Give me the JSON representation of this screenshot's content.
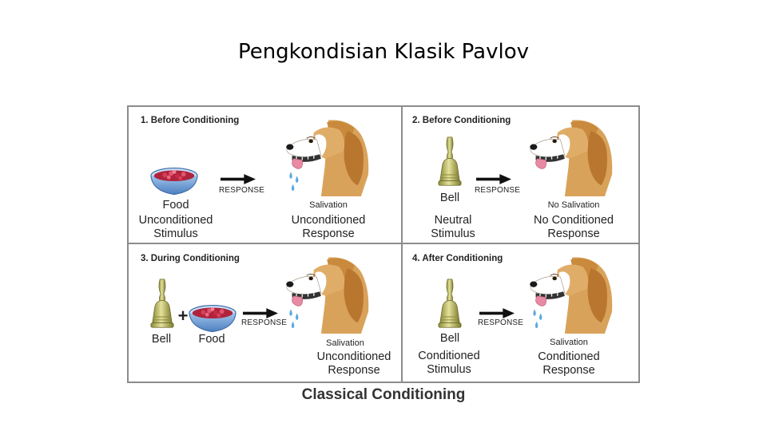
{
  "slide": {
    "title": "Pengkondisian Klasik Pavlov"
  },
  "figure": {
    "caption": "Classical Conditioning",
    "panels": [
      {
        "title": "1. Before Conditioning",
        "stimulus_name": "Food",
        "stimulus_type": "Unconditioned\nStimulus",
        "arrow_label": "RESPONSE",
        "dog_state": "Salivation",
        "response_type": "Unconditioned\nResponse"
      },
      {
        "title": "2. Before Conditioning",
        "stimulus_name": "Bell",
        "stimulus_type": "Neutral\nStimulus",
        "arrow_label": "RESPONSE",
        "dog_state": "No Salivation",
        "response_type": "No Conditioned\nResponse"
      },
      {
        "title": "3. During Conditioning",
        "stimulus_bell": "Bell",
        "stimulus_food": "Food",
        "plus": "+",
        "arrow_label": "RESPONSE",
        "dog_state": "Salivation",
        "response_type": "Unconditioned\nResponse"
      },
      {
        "title": "4. After Conditioning",
        "stimulus_name": "Bell",
        "stimulus_type": "Conditioned\nStimulus",
        "arrow_label": "RESPONSE",
        "dog_state": "Salivation",
        "response_type": "Conditioned\nResponse"
      }
    ]
  }
}
